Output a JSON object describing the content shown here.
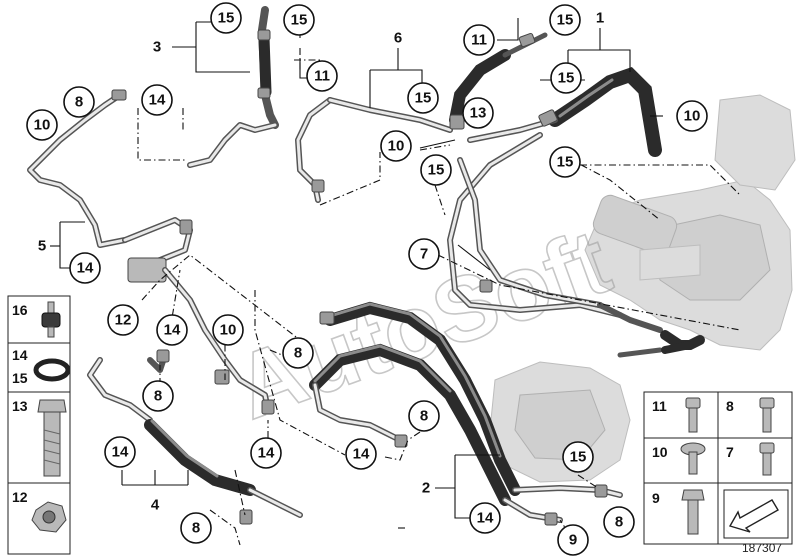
{
  "watermark": "AutoSoft",
  "reference": "187307",
  "callouts": [
    "15",
    "15",
    "11",
    "15",
    "11",
    "15",
    "8",
    "14",
    "10",
    "15",
    "13",
    "15",
    "10",
    "10",
    "15",
    "15",
    "7",
    "14",
    "12",
    "14",
    "10",
    "8",
    "8",
    "14",
    "14",
    "8",
    "14",
    "14",
    "8",
    "9",
    "8"
  ],
  "groups": [
    "3",
    "6",
    "1",
    "5",
    "2",
    "4"
  ],
  "legend_left": [
    "16",
    "14",
    "15",
    "13",
    "12"
  ],
  "legend_right": [
    "11",
    "8",
    "10",
    "7",
    "9"
  ],
  "colors": {
    "hose": "#2b2b2b",
    "pipe": "#e9e9e9",
    "ghost": "#dcdcdc",
    "line": "#111111"
  }
}
